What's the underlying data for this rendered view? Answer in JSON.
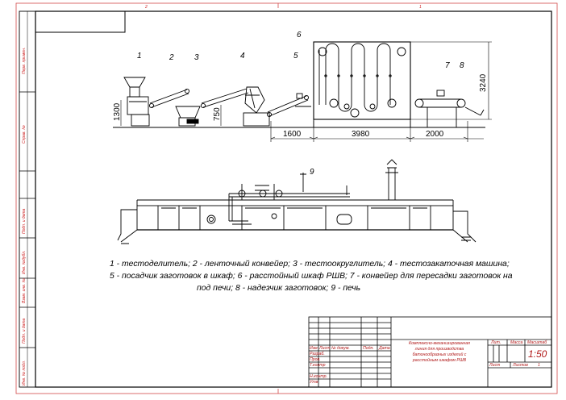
{
  "sheet": {
    "top_left_num": "2",
    "top_mid_num": "1"
  },
  "side_stamps": [
    "Перв. примен.",
    "Справ. №",
    "Подп. и дата",
    "Инв. №дубл.",
    "Взам. инв. №",
    "Подп. и дата",
    "Инв. № подл."
  ],
  "labels": [
    "1",
    "2",
    "3",
    "4",
    "5",
    "6",
    "7",
    "8",
    "9"
  ],
  "dims": {
    "d1300": "1300",
    "d750": "750",
    "d3240": "3240",
    "d1600": "1600",
    "d3980": "3980",
    "d2000": "2000"
  },
  "caption": [
    "1 - тестоделитель; 2 - ленточный конвейер; 3 - тестоокруглитель; 4 - тестозакаточная машина;",
    "5 - посадчик заготовок в шкаф; 6 - расстойный шкаф РШВ; 7 - конвейер для пересадки заготовок на",
    "под печи; 8 - надезчик заготовок; 9 - печь"
  ],
  "title_block": {
    "headers": [
      "Изм",
      "Лист",
      "№ докум.",
      "Подп.",
      "Дата"
    ],
    "roles": [
      "Разраб.",
      "Пров.",
      "Т.контр",
      "Н.контр.",
      "Утв."
    ],
    "title": [
      "Комплексно-механизированная",
      "линия для производства",
      "батонообразных изделий с",
      "расстойным шкафом РШВ"
    ],
    "lit": "Лит.",
    "mass": "Масса",
    "scale_hdr": "Масштаб",
    "scale": "1:50",
    "sheet_lbl": "Лист",
    "sheets_lbl": "Листов",
    "sheets_val": "1"
  }
}
